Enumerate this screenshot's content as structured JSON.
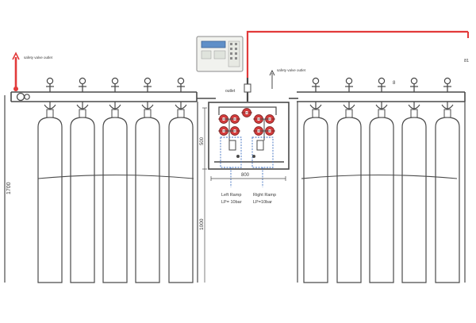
{
  "colors": {
    "line": "#4a4a4a",
    "red_pipe": "#e23a3a",
    "valve_red": "#d23c3c",
    "blue_dash": "#3d6fc0",
    "controller_body": "#f1f2ee",
    "controller_screen": "#5f8fc8",
    "controller_screen_border": "#3c6294",
    "cylinder_fill": "#ffffff"
  },
  "icons": {
    "vent": "vent-outlet-icon",
    "valve": "red-valve-icon",
    "controller": "control-panel-icon",
    "regulator": "pressure-regulator-icon"
  },
  "labels": {
    "left_vent": "safety valve outlet",
    "center_vent": "safety valve outlet",
    "outlet_to_network": "outlet",
    "pipe_tag_right": "8",
    "dim_height_total": "1700",
    "dim_panel_height": "500",
    "dim_panel_width": "800",
    "dim_floor_height": "1000",
    "left_ramp_line1": "Left Ramp",
    "left_ramp_line2": "LP= 10bar",
    "right_ramp_line1": "Right Ramp",
    "right_ramp_line2": "LP=10bar",
    "right_edge_tag": "81"
  },
  "banks": {
    "left": {
      "cylinder_count": 5
    },
    "right": {
      "cylinder_count": 5
    }
  }
}
